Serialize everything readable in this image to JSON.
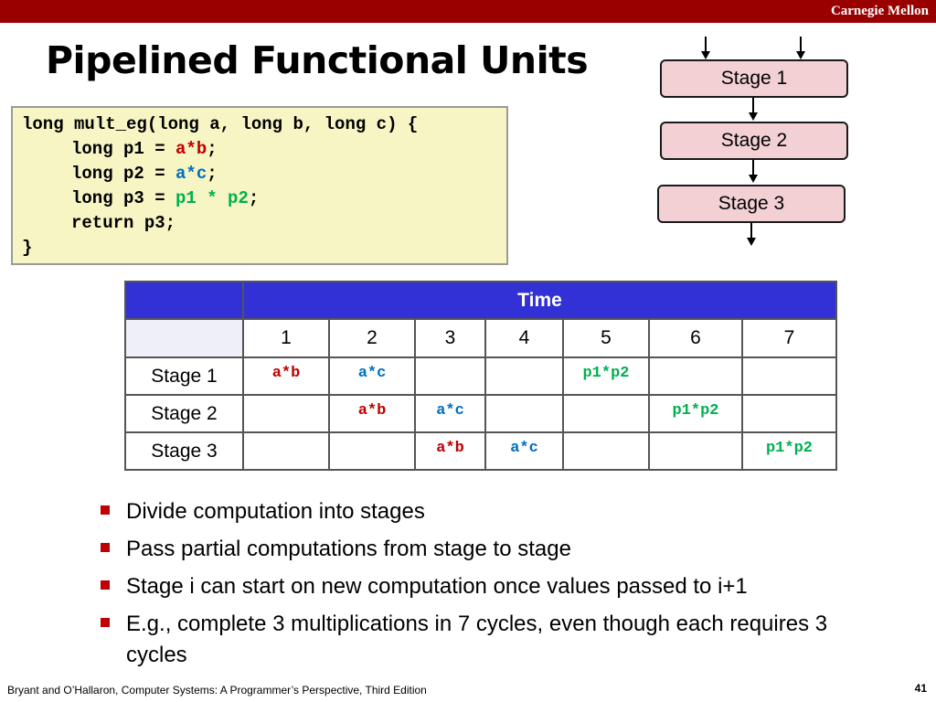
{
  "header": {
    "brand": "Carnegie Mellon",
    "bar_color": "#990000"
  },
  "title": "Pipelined Functional Units",
  "code": {
    "line1": "long mult_eg(long a, long b, long c) {",
    "line2_pre": "long p1 = ",
    "line2_expr": "a*b",
    "line2_post": ";",
    "line3_pre": "long p2 = ",
    "line3_expr": "a*c",
    "line3_post": ";",
    "line4_pre": "long p3 = ",
    "line4_expr": "p1 * p2",
    "line4_post": ";",
    "line5": "return p3;",
    "line6": "}"
  },
  "diagram": {
    "stages": [
      "Stage 1",
      "Stage 2",
      "Stage 3"
    ]
  },
  "table": {
    "time_header": "Time",
    "columns": [
      "1",
      "2",
      "3",
      "4",
      "5",
      "6",
      "7"
    ],
    "rows": [
      {
        "label": "Stage 1",
        "cells": [
          "a*b",
          "a*c",
          "",
          "",
          "p1*p2",
          "",
          ""
        ]
      },
      {
        "label": "Stage 2",
        "cells": [
          "",
          "a*b",
          "a*c",
          "",
          "",
          "p1*p2",
          ""
        ]
      },
      {
        "label": "Stage 3",
        "cells": [
          "",
          "",
          "a*b",
          "a*c",
          "",
          "",
          "p1*p2"
        ]
      }
    ]
  },
  "bullets": [
    "Divide computation into stages",
    "Pass partial computations from stage to stage",
    "Stage i can start on new computation once values passed to i+1",
    "E.g., complete 3 multiplications in 7 cycles, even though each requires 3 cycles"
  ],
  "colors": {
    "ab": "#c00000",
    "ac": "#0070c0",
    "p1p2": "#00b050",
    "time_header_bg": "#3131d6",
    "stage_box_bg": "#f2d0d3"
  },
  "footer": {
    "citation": "Bryant and O’Hallaron, Computer Systems: A Programmer’s Perspective, Third Edition",
    "page_number": "41"
  }
}
